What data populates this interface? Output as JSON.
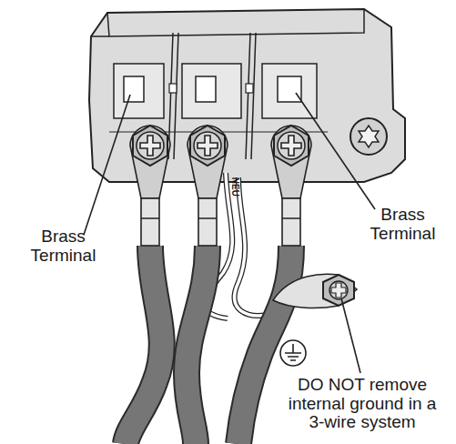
{
  "diagram": {
    "labels": [
      "Brass Terminal",
      "Brass Terminal",
      "DO NOT remove internal ground in a 3-wire system",
      "NEU"
    ]
  }
}
